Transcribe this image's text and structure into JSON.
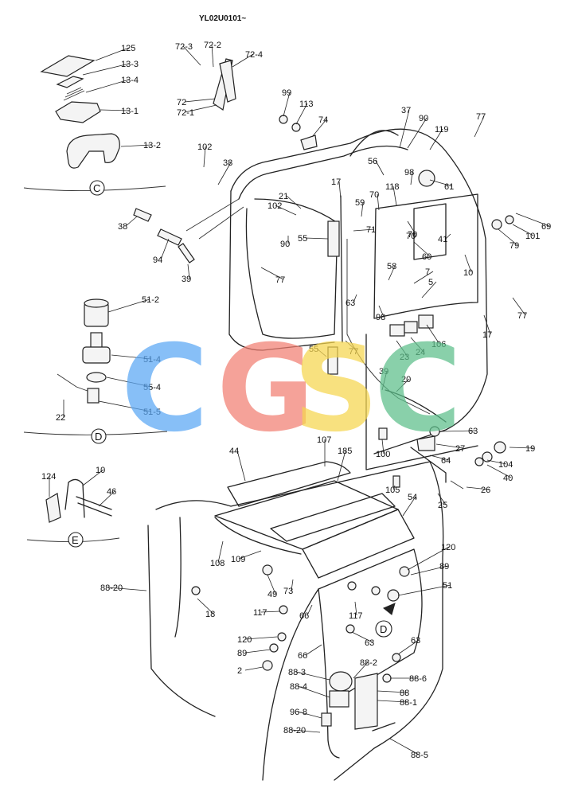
{
  "header": {
    "code": "YL02U0101~"
  },
  "detail_views": [
    "C",
    "D",
    "E",
    "D"
  ],
  "watermark": {
    "letters": [
      "C",
      "G",
      "S",
      "C"
    ],
    "colors": [
      "#5aa7f4",
      "#f27f72",
      "#f6d64f",
      "#5cbf8a"
    ]
  },
  "part_labels": [
    "125",
    "13-3",
    "13-4",
    "13-1",
    "13-2",
    "72-3",
    "72-2",
    "72-4",
    "72",
    "72-1",
    "99",
    "113",
    "74",
    "37",
    "90",
    "119",
    "77",
    "102",
    "38",
    "17",
    "56",
    "98",
    "61",
    "118",
    "70",
    "21",
    "102",
    "59",
    "70",
    "69",
    "79",
    "101",
    "90",
    "55",
    "71",
    "70",
    "41",
    "60",
    "77",
    "58",
    "10",
    "7",
    "5",
    "77",
    "63",
    "98",
    "106",
    "17",
    "77",
    "23",
    "24",
    "55",
    "39",
    "20",
    "63",
    "27",
    "19",
    "104",
    "40",
    "100",
    "64",
    "105",
    "26",
    "25",
    "38",
    "94",
    "39",
    "51-2",
    "51-4",
    "55-4",
    "51-5",
    "22",
    "10",
    "124",
    "46",
    "44",
    "107",
    "185",
    "54",
    "108",
    "109",
    "120",
    "89",
    "51",
    "88-20",
    "49",
    "73",
    "18",
    "117",
    "66",
    "117",
    "63",
    "120",
    "89",
    "2",
    "66",
    "63",
    "88-2",
    "88-6",
    "88-3",
    "88",
    "88-1",
    "88-4",
    "96-8",
    "88-20",
    "88-5"
  ]
}
